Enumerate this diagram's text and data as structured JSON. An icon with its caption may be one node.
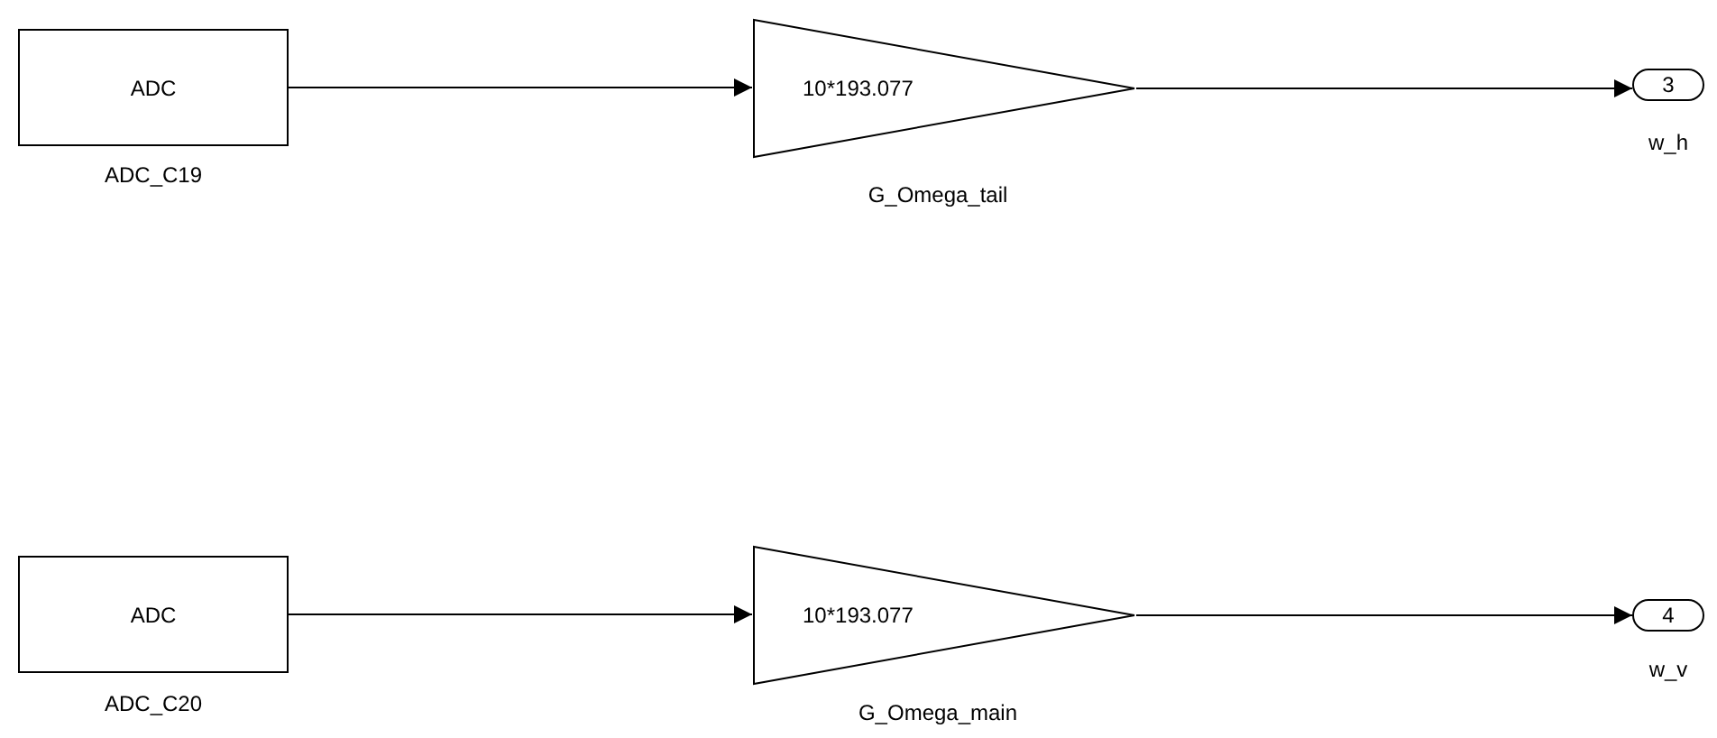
{
  "diagram": {
    "nodes": [
      {
        "text": [
          "ADC"
        ],
        "beside": [
          "ADC_C19"
        ]
      },
      {
        "text": [
          "10*193.077"
        ],
        "beside": [
          "G_Omega_tail"
        ]
      },
      {
        "text": [
          "3"
        ],
        "beside": [
          "w_h"
        ]
      },
      {
        "text": [
          "ADC"
        ],
        "beside": [
          "ADC_C20"
        ]
      },
      {
        "text": [
          "10*193.077"
        ],
        "beside": [
          "G_Omega_main"
        ]
      },
      {
        "text": [
          "4"
        ],
        "beside": [
          "w_v"
        ]
      }
    ],
    "edges": [
      {
        "from": 0,
        "to": 1,
        "arrow": "to"
      },
      {
        "from": 1,
        "to": 2,
        "arrow": "to"
      },
      {
        "from": 3,
        "to": 4,
        "arrow": "to"
      },
      {
        "from": 4,
        "to": 5,
        "arrow": "to"
      }
    ]
  }
}
